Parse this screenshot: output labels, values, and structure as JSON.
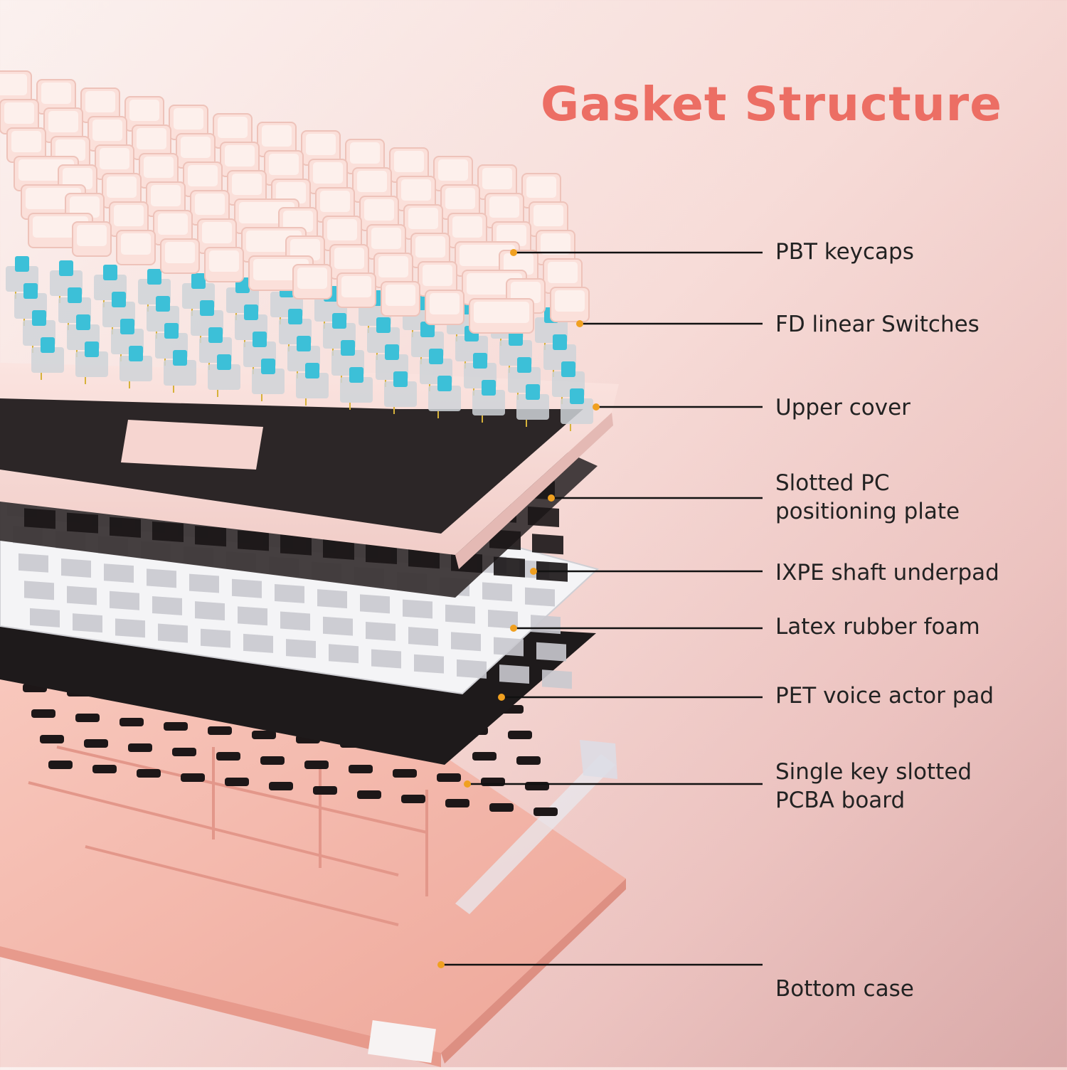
{
  "title": "Gasket Structure",
  "colors": {
    "title": "#ec6e64",
    "leader_dot": "#f0a020",
    "keycap": "#fbe0da",
    "switch_stem": "#3cc0d8",
    "plate_dark": "#2a2324",
    "case_pink": "#f4b8ad"
  },
  "layers": [
    {
      "lines": [
        "PBT keycaps"
      ]
    },
    {
      "lines": [
        "FD linear  Switches"
      ]
    },
    {
      "lines": [
        "Upper cover"
      ]
    },
    {
      "lines": [
        "Slotted PC",
        "positioning plate"
      ]
    },
    {
      "lines": [
        "IXPE shaft underpad"
      ]
    },
    {
      "lines": [
        "Latex rubber foam"
      ]
    },
    {
      "lines": [
        "PET voice actor pad"
      ]
    },
    {
      "lines": [
        "Single key slotted",
        "PCBA board"
      ]
    },
    {
      "lines": [
        "Bottom case"
      ]
    }
  ]
}
